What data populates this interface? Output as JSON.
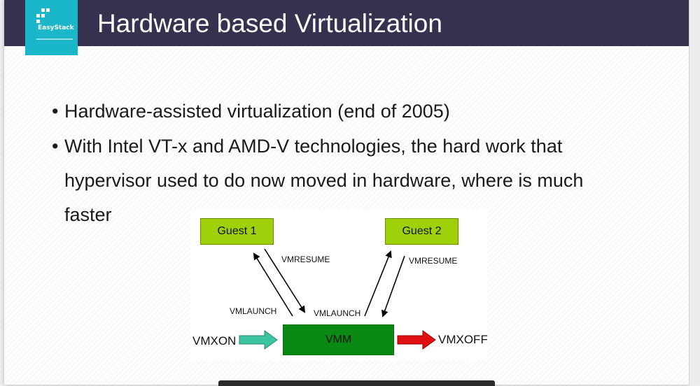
{
  "header": {
    "logo_text": "EasyStack",
    "title": "Hardware based Virtualization"
  },
  "bullets": [
    {
      "lines": [
        "Hardware-assisted virtualization (end of 2005)"
      ]
    },
    {
      "lines": [
        "With Intel VT-x and AMD-V technologies, the hard work that",
        "hypervisor used to do now moved in hardware, where is much",
        "faster"
      ]
    }
  ],
  "bullet_glyph": "•",
  "diagram": {
    "guest1": "Guest 1",
    "guest2": "Guest 2",
    "vmm": "VMM",
    "vmresume_left": "VMRESUME",
    "vmresume_right": "VMRESUME",
    "vmlaunch_left": "VMLAUNCH",
    "vmlaunch_right": "VMLAUNCH",
    "vmxon": "VMXON",
    "vmxoff": "VMXOFF",
    "colors": {
      "guest_fill": "#9fd10b",
      "vmm_fill": "#0a8a12",
      "vmxon_arrow": "#3cc4a0",
      "vmxoff_arrow": "#e01010"
    }
  }
}
